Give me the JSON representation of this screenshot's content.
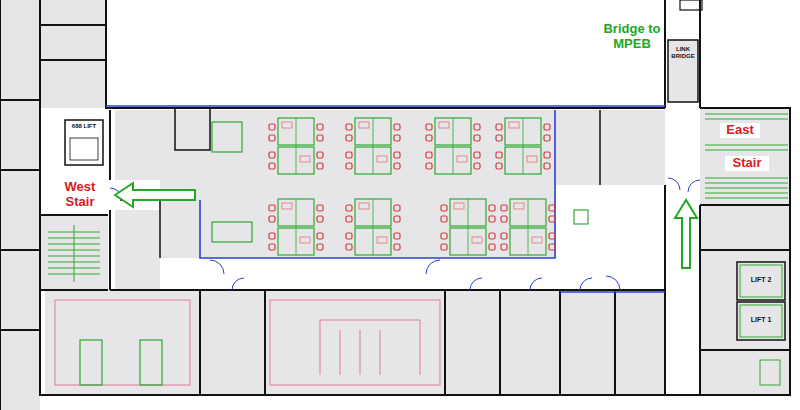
{
  "diagram": {
    "labels": [
      "Bridge to MPEB",
      "West Stair",
      "East",
      "Stair",
      "688 LIFT",
      "LINK BRIDGE",
      "LIFT 2",
      "LIFT 1"
    ]
  }
}
